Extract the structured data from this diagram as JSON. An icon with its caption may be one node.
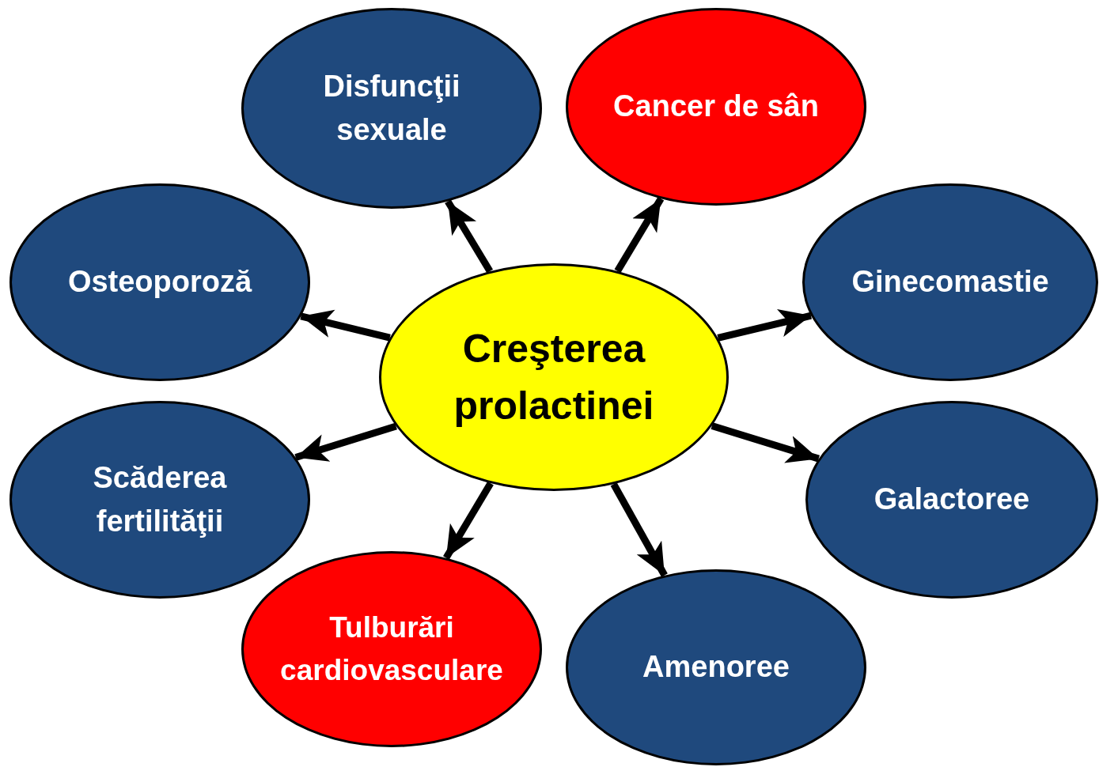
{
  "diagram": {
    "nodes": [
      {
        "text": [
          "Creşterea prolactinei"
        ]
      },
      {
        "text": [
          "Disfuncţii sexuale"
        ]
      },
      {
        "text": [
          "Cancer de sân"
        ]
      },
      {
        "text": [
          "Osteoporoză"
        ]
      },
      {
        "text": [
          "Ginecomastie"
        ]
      },
      {
        "text": [
          "Scăderea fertilităţii"
        ]
      },
      {
        "text": [
          "Galactoree"
        ]
      },
      {
        "text": [
          "Tulburări cardiovasculare"
        ]
      },
      {
        "text": [
          "Amenoree"
        ]
      }
    ],
    "edges": [
      {
        "from": 0,
        "to": 1,
        "arrow": "to"
      },
      {
        "from": 0,
        "to": 2,
        "arrow": "to"
      },
      {
        "from": 0,
        "to": 3,
        "arrow": "to"
      },
      {
        "from": 0,
        "to": 4,
        "arrow": "to"
      },
      {
        "from": 0,
        "to": 5,
        "arrow": "to"
      },
      {
        "from": 0,
        "to": 6,
        "arrow": "to"
      },
      {
        "from": 0,
        "to": 7,
        "arrow": "to"
      },
      {
        "from": 0,
        "to": 8,
        "arrow": "to"
      }
    ]
  }
}
